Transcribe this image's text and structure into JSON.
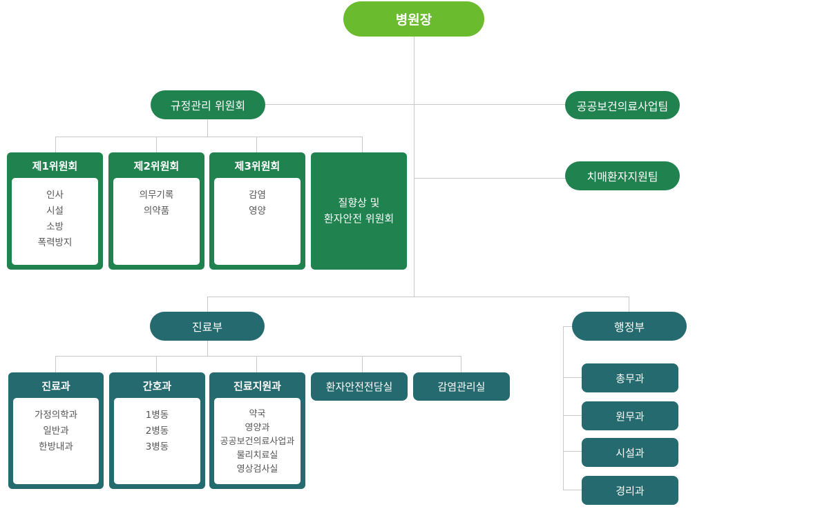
{
  "top": {
    "label": "병원장"
  },
  "regulation": {
    "label": "규정관리 위원회",
    "committees": [
      {
        "title": "제1위원회",
        "items": [
          "인사",
          "시설",
          "소방",
          "폭력방지"
        ]
      },
      {
        "title": "제2위원회",
        "items": [
          "의무기록",
          "의약품"
        ]
      },
      {
        "title": "제3위원회",
        "items": [
          "감염",
          "영양"
        ]
      },
      {
        "lines": [
          "질향상 및",
          "환자안전 위원회"
        ]
      }
    ]
  },
  "side_teams": [
    "공공보건의료사업팀",
    "치매환자지원팀"
  ],
  "medical": {
    "label": "진료부",
    "departments": [
      {
        "title": "진료과",
        "items": [
          "가정의학과",
          "일반과",
          "한방내과"
        ]
      },
      {
        "title": "간호과",
        "items": [
          "1병동",
          "2병동",
          "3병동"
        ]
      },
      {
        "title": "진료지원과",
        "items": [
          "약국",
          "영양과",
          "공공보건의료사업과",
          "물리치료실",
          "영상검사실"
        ]
      },
      {
        "title": "환자안전전담실"
      },
      {
        "title": "감염관리실"
      }
    ]
  },
  "admin": {
    "label": "행정부",
    "sections": [
      "총무과",
      "원무과",
      "시설과",
      "경리과"
    ]
  },
  "colors": {
    "top": "#6bbb2e",
    "committee_green": "#20824f",
    "dept_teal": "#256a6e",
    "connector": "#c8c8c8"
  }
}
